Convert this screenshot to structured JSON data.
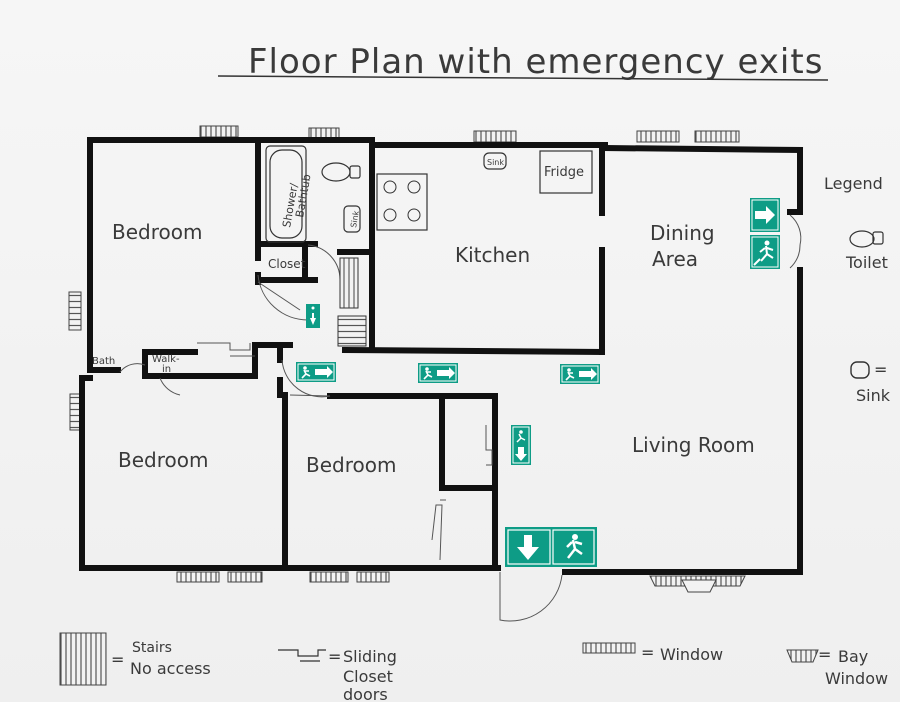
{
  "title": "Floor Plan with emergency exits",
  "rooms": {
    "bedroom_nw": "Bedroom",
    "bedroom_sw": "Bedroom",
    "bedroom_s": "Bedroom",
    "kitchen": "Kitchen",
    "dining_line1": "Dining",
    "dining_line2": "Area",
    "living": "Living Room",
    "shower_line1": "Shower/",
    "shower_line2": "Bathtub",
    "closet": "Closet",
    "bath": "Bath",
    "walkin_line1": "Walk-",
    "walkin_line2": "in",
    "fridge": "Fridge",
    "sink_kitchen": "Sink",
    "sink_bath": "Sink"
  },
  "legend": {
    "heading": "Legend",
    "toilet": "Toilet",
    "sink_eq": "=",
    "sink": "Sink",
    "stairs_line1": "Stairs",
    "stairs_line2": "No access",
    "stairs_eq": "=",
    "sliding_eq": "=",
    "sliding_line1": "Sliding",
    "sliding_line2": "Closet",
    "sliding_line3": "doors",
    "window_eq": "=",
    "window": "Window",
    "bay_eq": "=",
    "bay_line1": "Bay",
    "bay_line2": "Window"
  },
  "colors": {
    "wall": "#111111",
    "exit_green": "#0e9c86",
    "ink": "#3a3a3a"
  }
}
